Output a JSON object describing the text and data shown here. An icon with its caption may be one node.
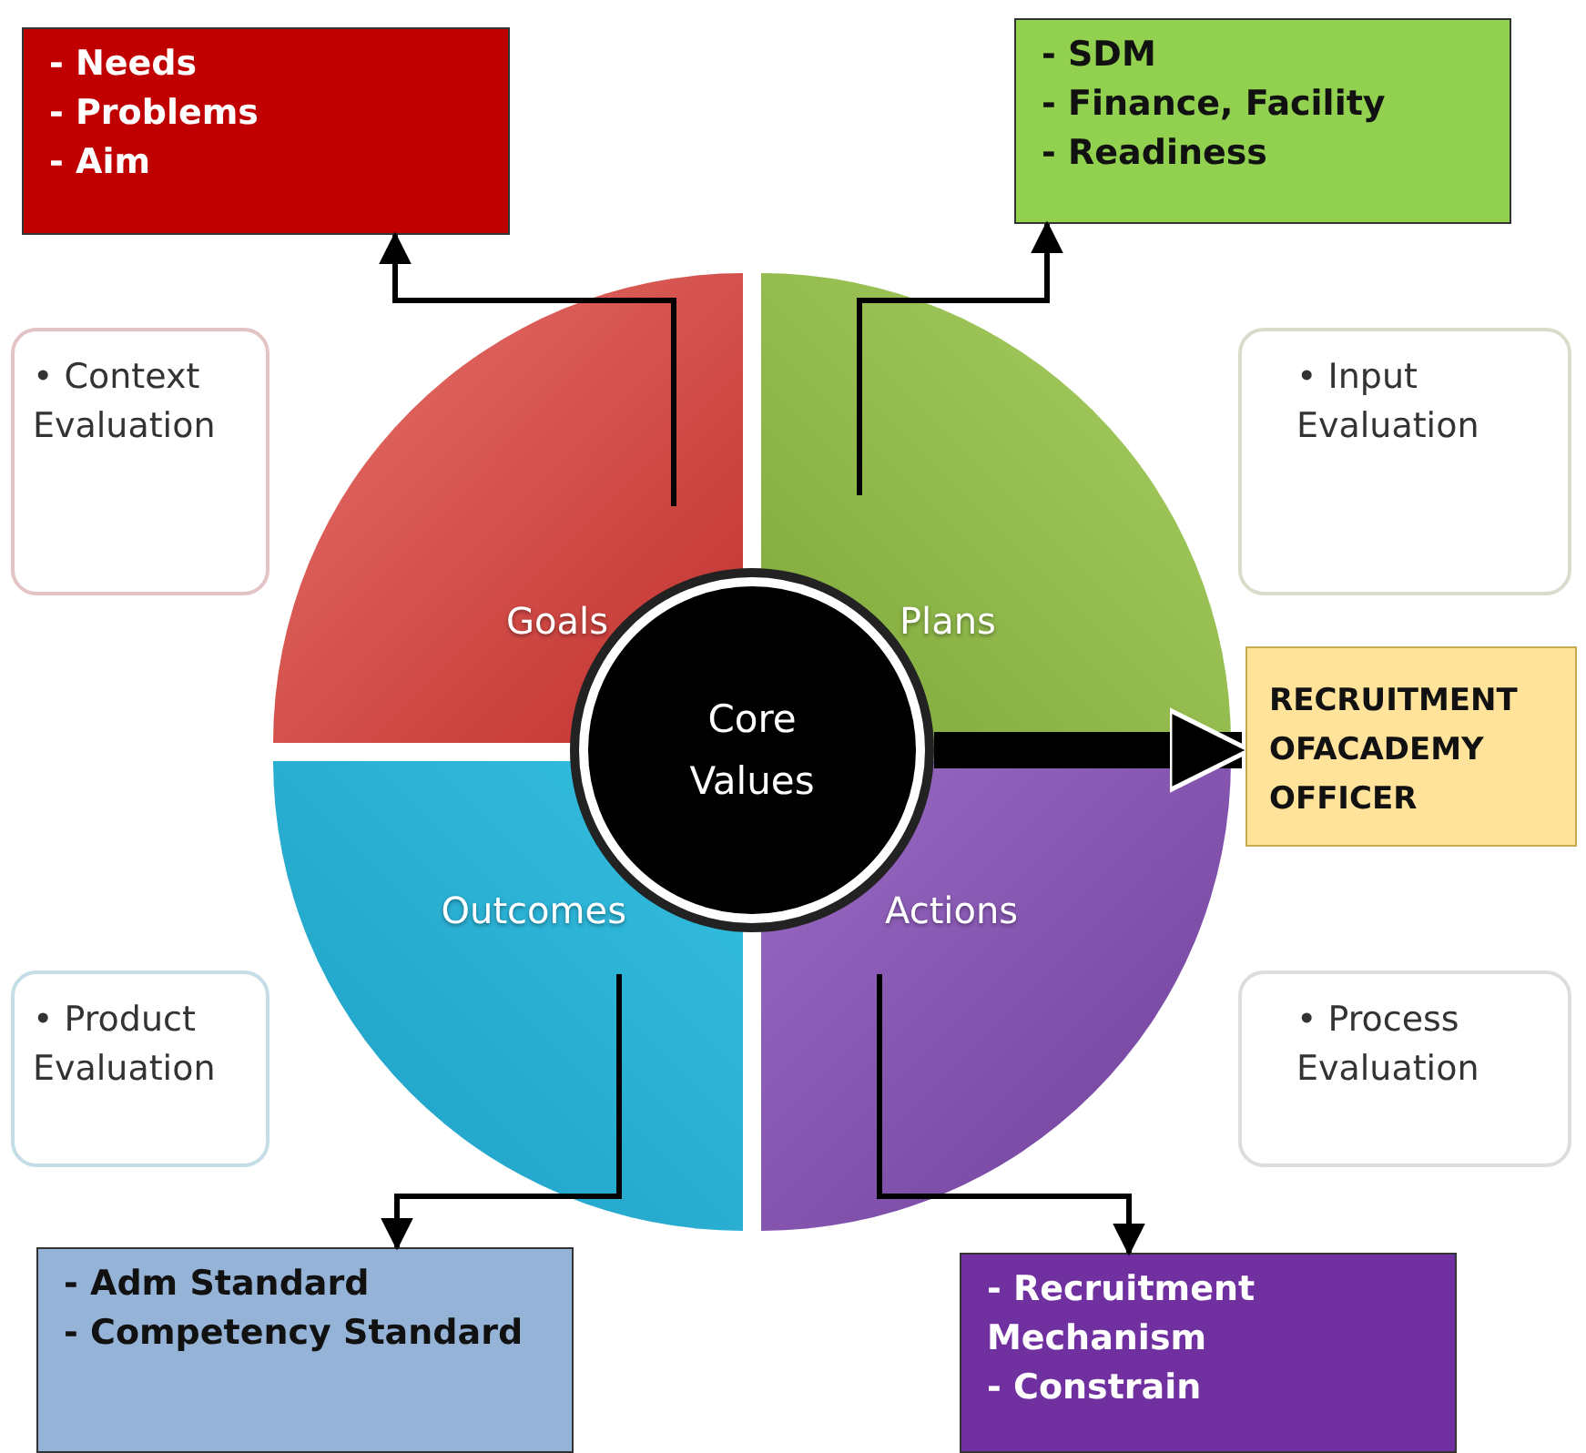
{
  "diagram": {
    "nodes": [
      {
        "text": [
          "- Needs",
          "- Problems",
          "- Aim"
        ]
      },
      {
        "text": [
          "- SDM",
          "- Finance, Facility",
          "- Readiness"
        ]
      },
      {
        "text": [
          "• Context Evaluation"
        ]
      },
      {
        "text": [
          "• Input Evaluation"
        ]
      },
      {
        "text": [
          "Goals"
        ]
      },
      {
        "text": [
          "Plans"
        ]
      },
      {
        "text": [
          "Core Values"
        ]
      },
      {
        "text": [
          "RECRUITMENT OFACADEMY OFFICER"
        ]
      },
      {
        "text": [
          "Outcomes"
        ]
      },
      {
        "text": [
          "Actions"
        ]
      },
      {
        "text": [
          "• Product Evaluation"
        ]
      },
      {
        "text": [
          "• Process Evaluation"
        ]
      },
      {
        "text": [
          "- Adm Standard",
          "- Competency Standard"
        ]
      },
      {
        "text": [
          "- Recruitment Mechanism",
          "- Constrain"
        ]
      }
    ],
    "edges": [
      {
        "from": 4,
        "to": 0,
        "arrow": "to"
      },
      {
        "from": 5,
        "to": 1,
        "arrow": "to"
      },
      {
        "from": 6,
        "to": 7,
        "arrow": "to",
        "style": "thick"
      },
      {
        "from": 8,
        "to": 12,
        "arrow": "to"
      },
      {
        "from": 9,
        "to": 13,
        "arrow": "to"
      }
    ]
  }
}
